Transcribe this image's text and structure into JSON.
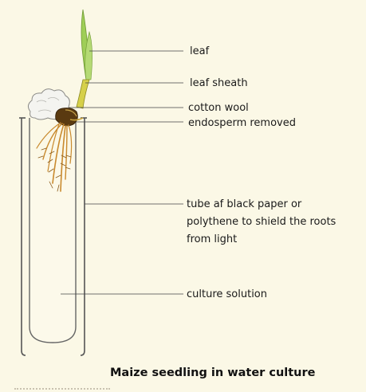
{
  "caption": "Maize seedling in water culture",
  "labels": {
    "leaf": "leaf",
    "leaf_sheath": "leaf sheath",
    "cotton_wool": "cotton wool",
    "endosperm": "endosperm removed",
    "tube": "tube af black paper or polythene to shield the roots from light",
    "culture_solution": "culture solution"
  },
  "colors": {
    "leaf_green": "#9fce57",
    "sheath_yellow": "#d6d04a",
    "seed_brown": "#5a3a10",
    "root_orange": "#c98a2e",
    "leader_line": "#444444",
    "tube_outline": "#555555"
  }
}
